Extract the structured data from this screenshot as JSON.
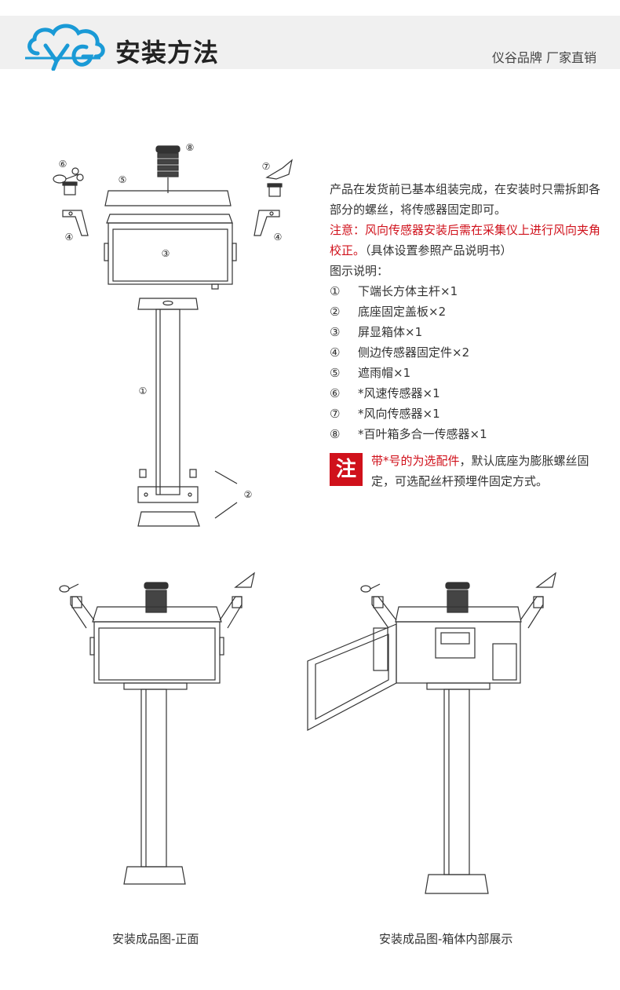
{
  "header": {
    "title": "安装方法",
    "brand": "仪谷品牌  厂家直销"
  },
  "intro": {
    "line1": "产品在发货前已基本组装完成，在安装时只需拆卸各部分的螺丝，将传感器固定即可。",
    "warning": "注意：风向传感器安装后需在采集仪上进行风向夹角校正。",
    "warning_suffix": "（具体设置参照产品说明书）",
    "legend_title": "图示说明："
  },
  "legend": [
    {
      "num": "①",
      "text": "下端长方体主杆×1"
    },
    {
      "num": "②",
      "text": "底座固定盖板×2"
    },
    {
      "num": "③",
      "text": "屏显箱体×1"
    },
    {
      "num": "④",
      "text": "侧边传感器固定件×2"
    },
    {
      "num": "⑤",
      "text": "遮雨帽×1"
    },
    {
      "num": "⑥",
      "text": "*风速传感器×1"
    },
    {
      "num": "⑦",
      "text": "*风向传感器×1"
    },
    {
      "num": "⑧",
      "text": "*百叶箱多合一传感器×1"
    }
  ],
  "note": {
    "badge": "注",
    "highlight": "带*号的为选配件",
    "rest": "，默认底座为膨胀螺丝固定，可选配丝杆预埋件固定方式。"
  },
  "diagram_labels": {
    "l1": "①",
    "l2": "②",
    "l3": "③",
    "l4a": "④",
    "l4b": "④",
    "l5": "⑤",
    "l6": "⑥",
    "l7": "⑦",
    "l8": "⑧"
  },
  "captions": {
    "front": "安装成品图-正面",
    "inside": "安装成品图-箱体内部展示"
  },
  "colors": {
    "accent_red": "#d0111b",
    "logo_blue": "#1a9ad6",
    "header_bg": "#f0f0f0"
  }
}
